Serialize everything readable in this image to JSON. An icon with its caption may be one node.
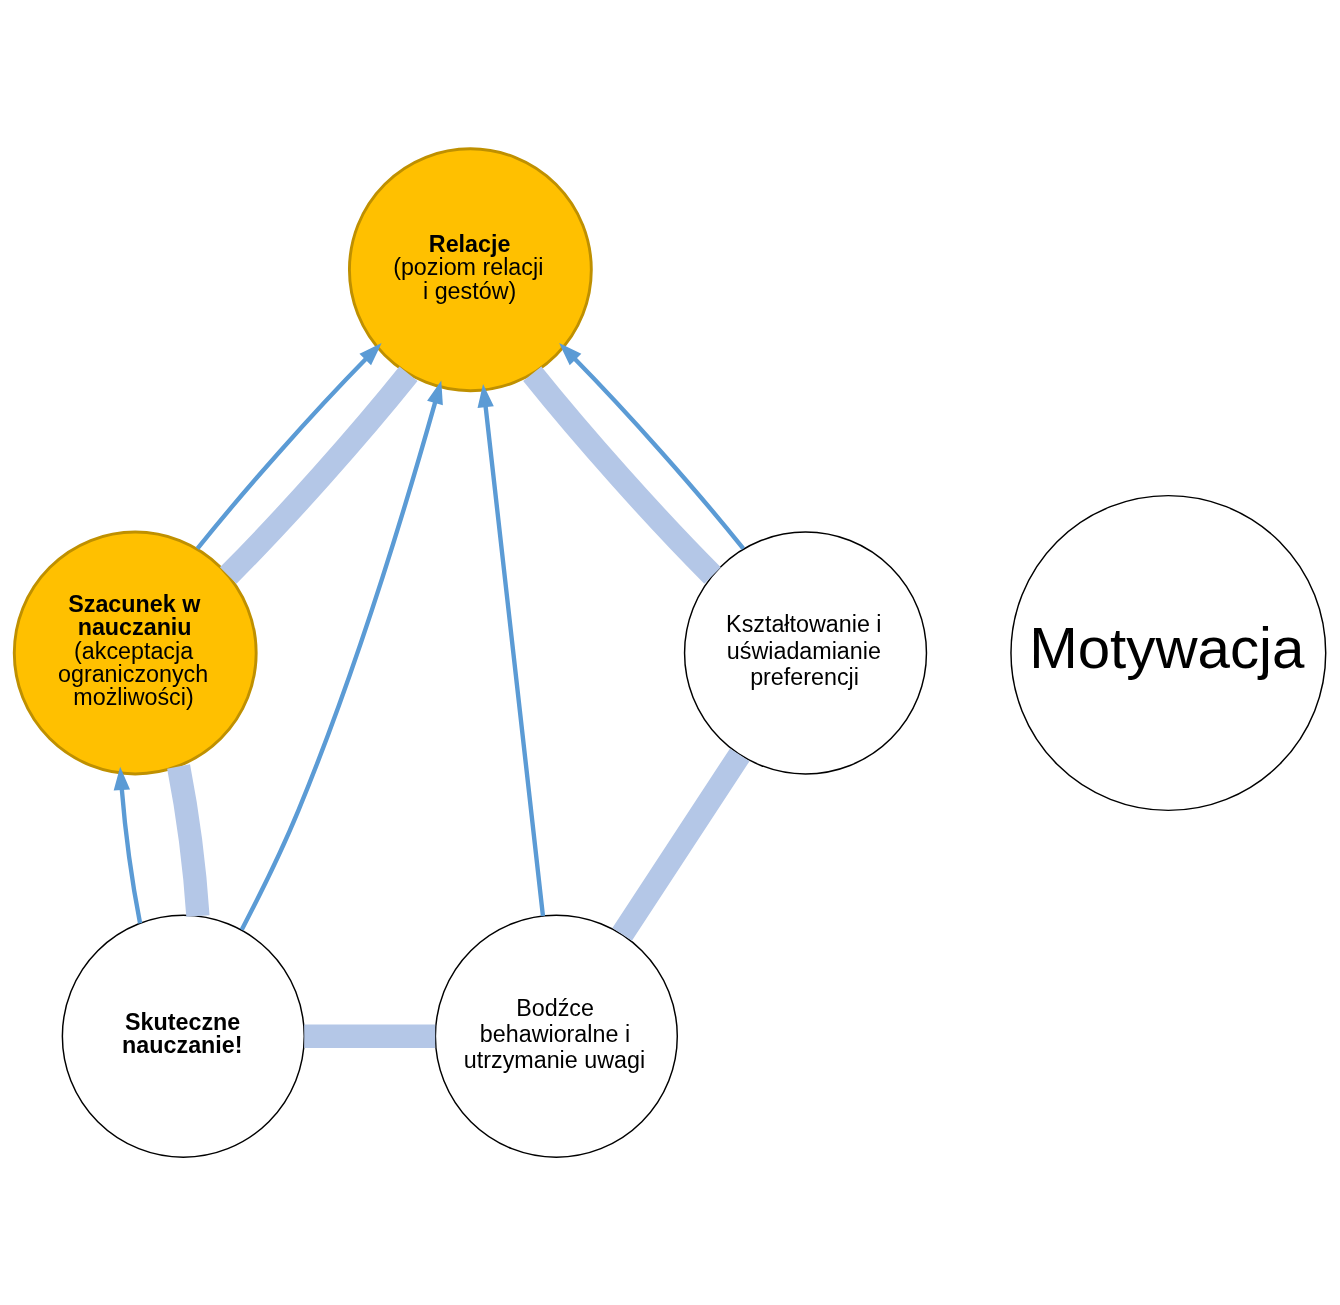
{
  "diagram": {
    "nodes": [
      {
        "text": [
          "Relacje",
          "(poziom relacji i gestów)"
        ]
      },
      {
        "text": [
          "Szacunek w nauczaniu",
          "(akceptacja ograniczonych możliwości)"
        ]
      },
      {
        "text": [
          "Skuteczne nauczanie!"
        ]
      },
      {
        "text": [
          "Bodźce behawioralne i utrzymanie uwagi"
        ]
      },
      {
        "text": [
          "Kształtowanie i uświadamianie preferencji"
        ]
      },
      {
        "text": [
          "Motywacja"
        ]
      }
    ],
    "edges": [
      {
        "from": 0,
        "to": 1,
        "arrow": "none",
        "style": "thick",
        "color": "#b4c7e7"
      },
      {
        "from": 1,
        "to": 2,
        "arrow": "none",
        "style": "thick",
        "color": "#b4c7e7"
      },
      {
        "from": 2,
        "to": 3,
        "arrow": "none",
        "style": "thick",
        "color": "#b4c7e7"
      },
      {
        "from": 3,
        "to": 4,
        "arrow": "none",
        "style": "thick",
        "color": "#b4c7e7"
      },
      {
        "from": 4,
        "to": 0,
        "arrow": "none",
        "style": "thick",
        "color": "#b4c7e7"
      },
      {
        "from": 4,
        "to": 0,
        "arrow": "to",
        "color": "#5b9bd5"
      },
      {
        "from": 1,
        "to": 0,
        "arrow": "to",
        "color": "#5b9bd5"
      },
      {
        "from": 2,
        "to": 1,
        "arrow": "to",
        "color": "#5b9bd5"
      },
      {
        "from": 3,
        "to": 0,
        "arrow": "to",
        "color": "#5b9bd5"
      },
      {
        "from": 2,
        "to": 0,
        "arrow": "to",
        "color": "#5b9bd5"
      }
    ]
  }
}
